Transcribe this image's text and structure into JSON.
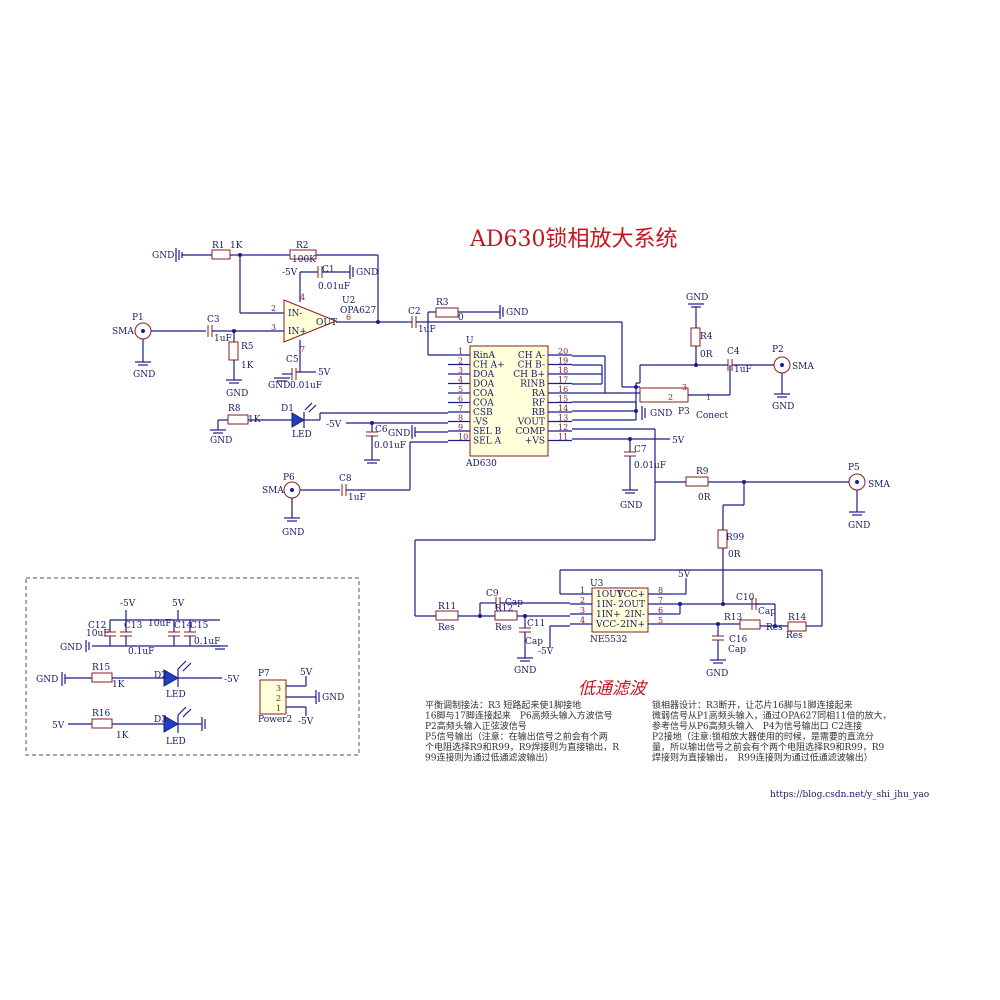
{
  "title": "AD630锁相放大系统",
  "lowpass_title": "低通滤波",
  "u1": {
    "ref": "U",
    "name": "AD630",
    "left_pins": [
      {
        "n": "1",
        "name": "RinA"
      },
      {
        "n": "2",
        "name": "CH A+"
      },
      {
        "n": "3",
        "name": "DOA"
      },
      {
        "n": "4",
        "name": "DOA"
      },
      {
        "n": "5",
        "name": "COA"
      },
      {
        "n": "6",
        "name": "COA"
      },
      {
        "n": "7",
        "name": "CSB"
      },
      {
        "n": "8",
        "name": "-VS"
      },
      {
        "n": "9",
        "name": "SEL B"
      },
      {
        "n": "10",
        "name": "SEL A"
      }
    ],
    "right_pins": [
      {
        "n": "20",
        "name": "CH A-"
      },
      {
        "n": "19",
        "name": "CH B-"
      },
      {
        "n": "18",
        "name": "CH B+"
      },
      {
        "n": "17",
        "name": "RINB"
      },
      {
        "n": "16",
        "name": "RA"
      },
      {
        "n": "15",
        "name": "RF"
      },
      {
        "n": "14",
        "name": "RB"
      },
      {
        "n": "13",
        "name": "VOUT"
      },
      {
        "n": "12",
        "name": "COMP"
      },
      {
        "n": "11",
        "name": "+VS"
      }
    ]
  },
  "u2": {
    "ref": "U2",
    "name": "OPA627",
    "in_minus": "IN-",
    "in_plus": "IN+",
    "out": "OUT",
    "pin2": "2",
    "pin3": "3",
    "pin6": "6",
    "pin4": "4",
    "pin7": "7"
  },
  "u3": {
    "ref": "U3",
    "name": "NE5532",
    "left_pins": [
      {
        "n": "1",
        "name": "1OUT"
      },
      {
        "n": "2",
        "name": "1IN-"
      },
      {
        "n": "3",
        "name": "1IN+"
      },
      {
        "n": "4",
        "name": "VCC-"
      }
    ],
    "right_pins": [
      {
        "n": "8",
        "name": "VCC+"
      },
      {
        "n": "7",
        "name": "2OUT"
      },
      {
        "n": "6",
        "name": "2IN-"
      },
      {
        "n": "5",
        "name": "2IN+"
      }
    ]
  },
  "labels": {
    "gnd": "GND",
    "sma": "SMA",
    "v5": "5V",
    "vm5": "-5V",
    "led": "LED",
    "r1": "R1",
    "r1v": "1K",
    "r2": "R2",
    "r2v": "100K",
    "c1": "C1",
    "c1v": "0.01uF",
    "p1": "P1",
    "c3": "C3",
    "c3v": "1uF",
    "r5": "R5",
    "r5v": "1K",
    "c5": "C5",
    "c5v": "0.01uF",
    "r8": "R8",
    "r8v": "1K",
    "d1": "D1",
    "c2": "C2",
    "c2v": "1uF",
    "r3": "R3",
    "r3v": "0",
    "c6": "C6",
    "c6v": "0.01uF",
    "p6": "P6",
    "c8": "C8",
    "c8v": "1uF",
    "r4": "R4",
    "r4v": "0R",
    "c4": "C4",
    "c4v": "1uF",
    "p2": "P2",
    "p3": "P3",
    "p3name": "Conect",
    "p3pin2": "2",
    "p3pin1": "1",
    "p3pin3": "3",
    "c7": "C7",
    "c7v": "0.01uF",
    "r9": "R9",
    "r9v": "0R",
    "p5": "P5",
    "r99": "R99",
    "r99v": "0R",
    "r11": "R11",
    "res": "Res",
    "c9": "C9",
    "cap": "Cap",
    "r12": "R12",
    "c11": "C11",
    "r13": "R13",
    "c10": "C10",
    "c16": "C16",
    "r14": "R14",
    "c12": "C12",
    "c12v": "10uF",
    "c13": "C13",
    "c13v": "0.1uF",
    "c14": "C14",
    "c14v": "10uF",
    "c15": "C15",
    "c15v": "0.1uF",
    "r15": "R15",
    "r15v": "1K",
    "d2": "D2",
    "r16": "R16",
    "r16v": "1K",
    "d3": "D3",
    "p7": "P7",
    "p7name": "Power2",
    "p7pin3": "3",
    "p7pin2": "2",
    "p7pin1": "1"
  },
  "notes_left": [
    "平衡调制接法：R3 短路起来使1脚接地",
    "16脚与17脚连接起来　P6高频头输入方波信号",
    "P2高频头输入正弦波信号",
    "P5信号输出（注意：在输出信号之前会有个两",
    "个电阻选择R9和R99，R9焊接则为直接输出，R",
    "99连接则为通过低通滤波输出）"
  ],
  "notes_right": [
    "锁相器设计：R3断开，让芯片16脚与1脚连接起来",
    "微弱信号从P1高频头输入，通过OPA627同相11倍的放大，",
    "参考信号从P6高频头输入　P4为信号输出口 C2连接",
    "P2接地（注意:锁相放大器使用的时候，是需要的直流分",
    "量，所以输出信号之前会有个两个电阻选择R9和R99，R9",
    "焊接则为直接输出，　R99连接则为通过低通滤波输出）"
  ],
  "watermark": "https://blog.csdn.net/y_shi_jhu_yao"
}
